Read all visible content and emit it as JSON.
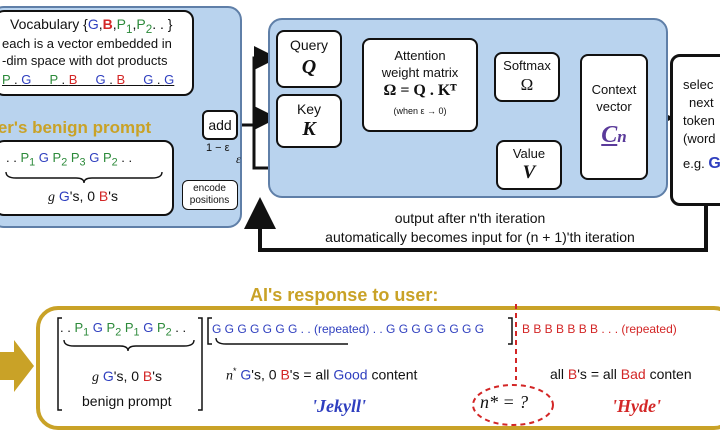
{
  "vocab": {
    "line1": "Vocabulary",
    "set_open": "{",
    "G": "G",
    "comma": ",",
    "B": "B",
    "P1": "P",
    "P1_sub": "1",
    "P2": "P",
    "P2_sub": "2",
    "set_close": ". . }",
    "line2": "each is a vector embedded in",
    "line3": "-dim space with dot products",
    "dp1": "P . G",
    "dp2": "P . B",
    "dp3": "G . B",
    "dp4": "G . G"
  },
  "prompt": {
    "title": "user's benign prompt",
    "sequence": ". . P₁ G P₂ P₃ G P₂ . .",
    "count": "g G's, 0 B's"
  },
  "add_box": "add",
  "one_minus_eps": "1 − ε",
  "eps": "ε",
  "encode": {
    "line1": "encode",
    "line2": "positions"
  },
  "query": {
    "label": "Query",
    "symbol": "Q"
  },
  "key": {
    "label": "Key",
    "symbol": "K"
  },
  "value": {
    "label": "Value",
    "symbol": "V"
  },
  "attention": {
    "line1": "Attention",
    "line2": "weight matrix",
    "formula": "Ω = Q . Kᵀ",
    "note": "(when ε → 0)"
  },
  "softmax": {
    "label": "Softmax",
    "symbol": "Ω"
  },
  "context": {
    "line1": "Context",
    "line2": "vector",
    "symbol": "C",
    "sub": "n"
  },
  "select": {
    "line1": "selec",
    "line2": "next",
    "line3": "token",
    "line4": "(word",
    "eg": "e.g.",
    "eg_val": "G"
  },
  "loop": {
    "line1": "output after n'th iteration",
    "line2": "automatically becomes input for (n + 1)'th iteration"
  },
  "response": {
    "title": "AI's response to user:",
    "prompt_seq": ". . P₁ G P₂ P₁ G P₂ . .",
    "prompt_count": "g G's, 0 B's",
    "prompt_label": "benign prompt",
    "good_seq": "G G G G G G G . . (repeated) . . G G G G G G G G",
    "good_count": "n* G's, 0 B's = all",
    "good_word": "Good",
    "good_tail": "content",
    "jekyll": "'Jekyll'",
    "nstar": "n* = ?",
    "bad_seq": "B B B B B B B . . . (repeated)",
    "bad_prefix": "all",
    "bad_B": "B",
    "bad_mid": "'s = all",
    "bad_word": "Bad",
    "bad_tail": "conten",
    "hyde": "'Hyde'"
  },
  "colors": {
    "panel_blue": "#b9d3ee",
    "gold": "#c9a227",
    "G_blue": "#2f3fbf",
    "B_red": "#d32626",
    "P_green": "#2c8a3a",
    "good_blue": "#2f3fbf",
    "bad_red": "#d32626"
  }
}
